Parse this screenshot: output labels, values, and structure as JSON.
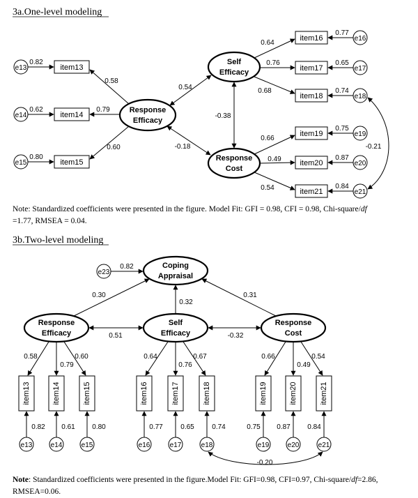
{
  "section_a": {
    "title": "3a.One-level modeling",
    "latents": {
      "response_efficacy": [
        "Response",
        "Efficacy"
      ],
      "self_efficacy": [
        "Self",
        "Efficacy"
      ],
      "response_cost": [
        "Response",
        "Cost"
      ]
    },
    "items": {
      "item13": "item13",
      "item14": "item14",
      "item15": "item15",
      "item16": "item16",
      "item17": "item17",
      "item18": "item18",
      "item19": "item19",
      "item20": "item20",
      "item21": "item21"
    },
    "errors": {
      "e13": "e13",
      "e14": "e14",
      "e15": "e15",
      "e16": "e16",
      "e17": "e17",
      "e18": "e18",
      "e19": "e19",
      "e20": "e20",
      "e21": "e21"
    },
    "loadings": {
      "item13": "0.58",
      "item14": "0.79",
      "item15": "0.60",
      "item16": "0.64",
      "item17": "0.76",
      "item18": "0.68",
      "item19": "0.66",
      "item20": "0.49",
      "item21": "0.54"
    },
    "error_paths": {
      "e13": "0.82",
      "e14": "0.62",
      "e15": "0.80",
      "e16": "0.77",
      "e17": "0.65",
      "e18": "0.74",
      "e19": "0.75",
      "e20": "0.87",
      "e21": "0.84"
    },
    "correlations": {
      "re_se": "0.54",
      "re_rc": "-0.18",
      "se_rc": "-0.38",
      "e18_e21": "-0.21"
    },
    "note": {
      "text": "Note: Standardized coefficients were presented in the figure.  Model Fit: GFI = 0.98, CFI = 0.98, Chi-square/",
      "df": "df",
      "text2": " =1.77, RMSEA = 0.04."
    }
  },
  "section_b": {
    "title": "3b.Two-level modeling",
    "latents": {
      "coping_appraisal": [
        "Coping",
        "Appraisal"
      ],
      "response_efficacy": [
        "Response",
        "Efficacy"
      ],
      "self_efficacy": [
        "Self",
        "Efficacy"
      ],
      "response_cost": [
        "Response",
        "Cost"
      ]
    },
    "error_e23": "e23",
    "coefficients": {
      "e23": "0.82",
      "re_ca": "0.30",
      "se_ca": "0.32",
      "rc_ca": "0.31",
      "re_se": "0.51",
      "se_rc": "-0.32",
      "e18_e21": "-0.20"
    },
    "loadings": {
      "item13": "0.58",
      "item14": "0.79",
      "item15": "0.60",
      "item16": "0.64",
      "item17": "0.76",
      "item18": "0.67",
      "item19": "0.66",
      "item20": "0.49",
      "item21": "0.54"
    },
    "error_paths": {
      "e13": "0.82",
      "e14": "0.61",
      "e15": "0.80",
      "e16": "0.77",
      "e17": "0.65",
      "e18": "0.74",
      "e19": "0.75",
      "e20": "0.87",
      "e21": "0.84"
    },
    "note": {
      "label": "Note",
      "text": ": Standardized coefficients were presented in the figure.Model Fit: GFI=0.98, CFI=0.97, Chi-square/",
      "df": "df",
      "text2": "=2.86,",
      "text3": "RMSEA=0.06."
    }
  }
}
